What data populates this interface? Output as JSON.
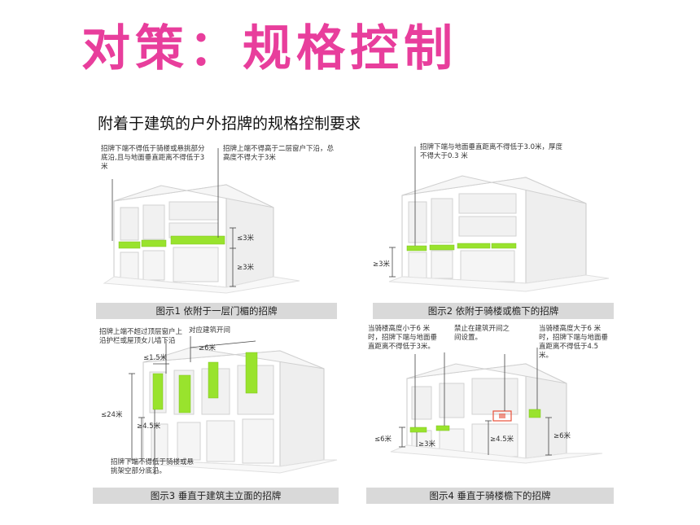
{
  "title": "对策：规格控制",
  "subtitle": "附着于建筑的户外招牌的规格控制要求",
  "colors": {
    "title": "#e83e9c",
    "sign": "#99e32d",
    "caption_bg": "#d9d9d9",
    "marker": "#e8503a"
  },
  "fig1": {
    "caption": "图示1  依附于一层门楣的招牌",
    "note_left": "招牌下端不得低于骑楼或悬挑部分底沿,且与地面垂直距离不得低于3米",
    "note_right": "招牌上端不得高于二层窗户下沿，总高度不得大于3米",
    "dim_upper": "≤3米",
    "dim_lower": "≥3米"
  },
  "fig2": {
    "caption": "图示2  依附于骑楼或檐下的招牌",
    "note": "招牌下端与地面垂直距离不得低于3.0米，厚度不得大于0.3 米",
    "dim": "≥3米"
  },
  "fig3": {
    "caption": "图示3  垂直于建筑主立面的招牌",
    "note_top": "招牌上端不超过顶层窗户上沿护栏或屋顶女儿墙下沿",
    "note_spacing": "对应建筑开间",
    "dim_width": "≤1.5米",
    "dim_spacing": "≥6米",
    "dim_height": "≤24米",
    "dim_bottom": "≥4.5米",
    "note_bottom": "招牌下端不得低于骑楼或悬挑架空部分底沿。"
  },
  "fig4": {
    "caption": "图示4  垂直于骑楼檐下的招牌",
    "note_left": "当骑楼高度小于6 米时，招牌下端与地面垂直距离不得低于3米。",
    "note_mid": "禁止在建筑开间之间设置。",
    "note_right": "当骑楼高度大于6 米时，招牌下端与地面垂直距离不得低于4.5米。",
    "dim_left": "≤6米",
    "dim_3": "≥3米",
    "dim_45": "≥4.5米",
    "dim_right": "≥6米"
  }
}
